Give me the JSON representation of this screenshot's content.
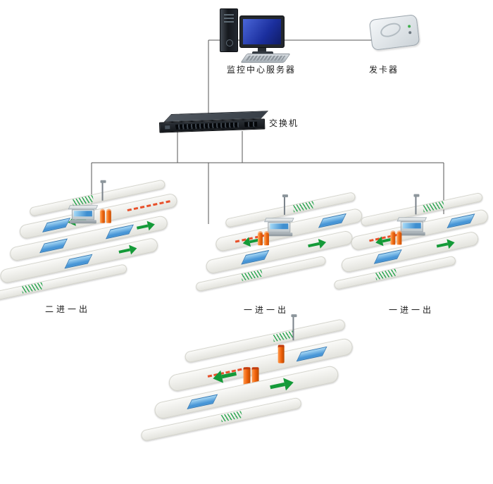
{
  "labels": {
    "server": "监控中心服务器",
    "card_issuer": "发卡器",
    "switch": "交换机"
  },
  "stations": [
    {
      "label": "二进一出"
    },
    {
      "label": "一进一出"
    },
    {
      "label": "一进一出"
    },
    {
      "label": ""
    }
  ],
  "icons": {
    "server": "server-computer-icon",
    "card_issuer": "card-issuer-device-icon",
    "switch": "network-switch-icon",
    "station": "parking-gate-lane-icon"
  },
  "colors": {
    "arrow_green": "#149a38",
    "sensor_pad_blue": "#4795d6",
    "bollard_orange": "#f26a12",
    "barrier_dash_orange": "#e8502a",
    "wire_gray": "#555555",
    "monitor_screen_blue": "#2b46b8"
  }
}
